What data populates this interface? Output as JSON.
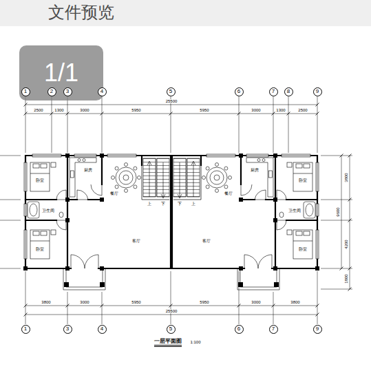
{
  "diagram": {
    "title": "文件预览",
    "caption": "一层平面图",
    "nodes": [
      {
        "text": [
          "1/1"
        ]
      },
      {
        "text": [
          "1"
        ]
      },
      {
        "text": [
          "2"
        ]
      },
      {
        "text": [
          "3"
        ]
      },
      {
        "text": [
          "4"
        ]
      },
      {
        "text": [
          "5"
        ]
      },
      {
        "text": [
          "6"
        ]
      },
      {
        "text": [
          "7"
        ]
      },
      {
        "text": [
          "8"
        ]
      },
      {
        "text": [
          "9"
        ]
      },
      {
        "text": [
          "1"
        ]
      },
      {
        "text": [
          "3"
        ]
      },
      {
        "text": [
          "4"
        ]
      },
      {
        "text": [
          "5"
        ]
      },
      {
        "text": [
          "6"
        ]
      },
      {
        "text": [
          "7"
        ]
      },
      {
        "text": [
          "9"
        ]
      }
    ],
    "labels": [
      "2500",
      "1300",
      "3000",
      "5950",
      "5950",
      "3000",
      "1300",
      "2500",
      "25500",
      "卧室",
      "厨房",
      "餐厅",
      "餐厅",
      "厨房",
      "卧室",
      "3800",
      "9600",
      "卫生间",
      "上",
      "下",
      "下",
      "上",
      "卫生间",
      "4200",
      "卧室",
      "客厅",
      "客厅",
      "卧室",
      "1800",
      "3800",
      "3000",
      "5950",
      "5950",
      "3000",
      "3800",
      "25500",
      "1:100"
    ]
  }
}
